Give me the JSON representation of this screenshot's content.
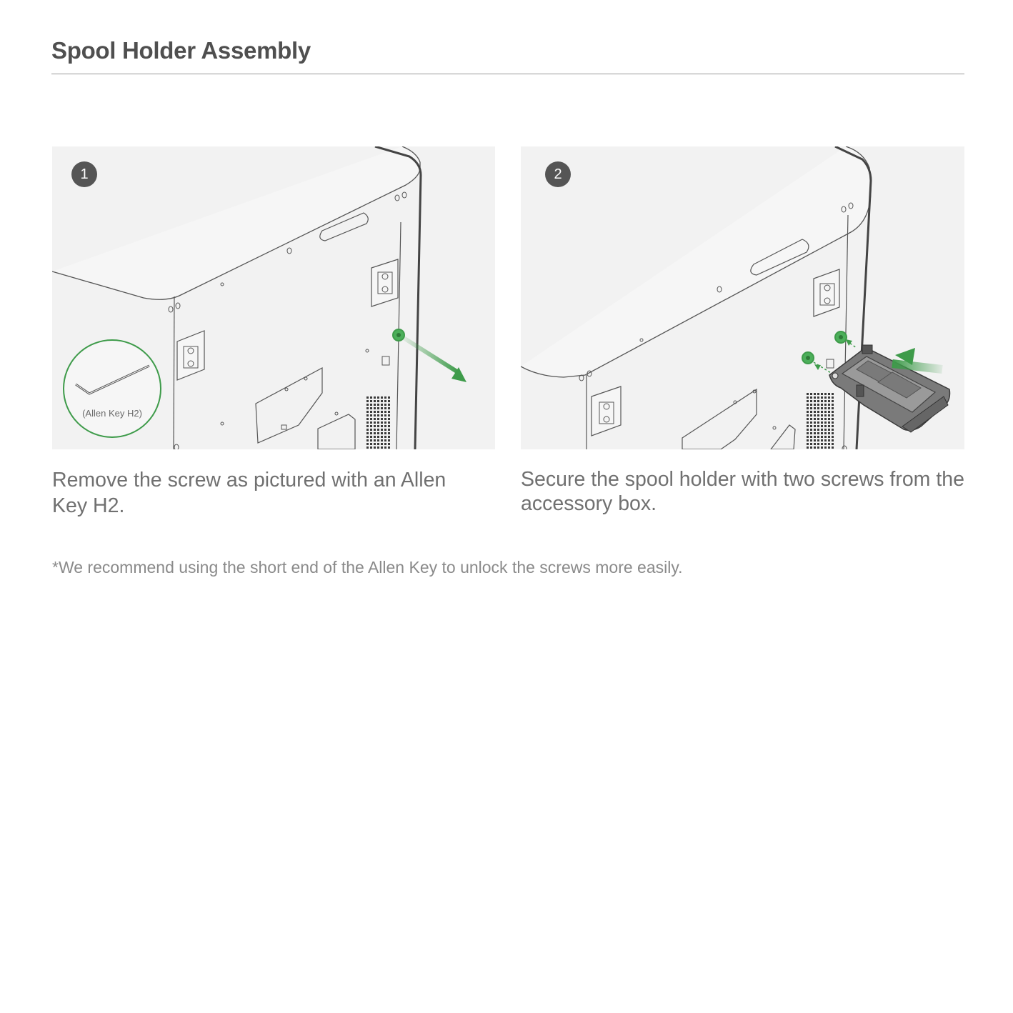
{
  "page": {
    "title": "Spool Holder Assembly",
    "note": "*We recommend using the short end of the Allen Key to unlock the screws more easily."
  },
  "steps": [
    {
      "number": "1",
      "caption": "Remove the screw as pictured with an Allen Key H2.",
      "inset_label": "(Allen Key H2)"
    },
    {
      "number": "2",
      "caption": "Secure the spool holder with two screws from the accessory box."
    }
  ],
  "colors": {
    "accent_green": "#3e9b4a",
    "panel_bg": "#f2f2f2",
    "line": "#555555",
    "badge": "#555555"
  }
}
